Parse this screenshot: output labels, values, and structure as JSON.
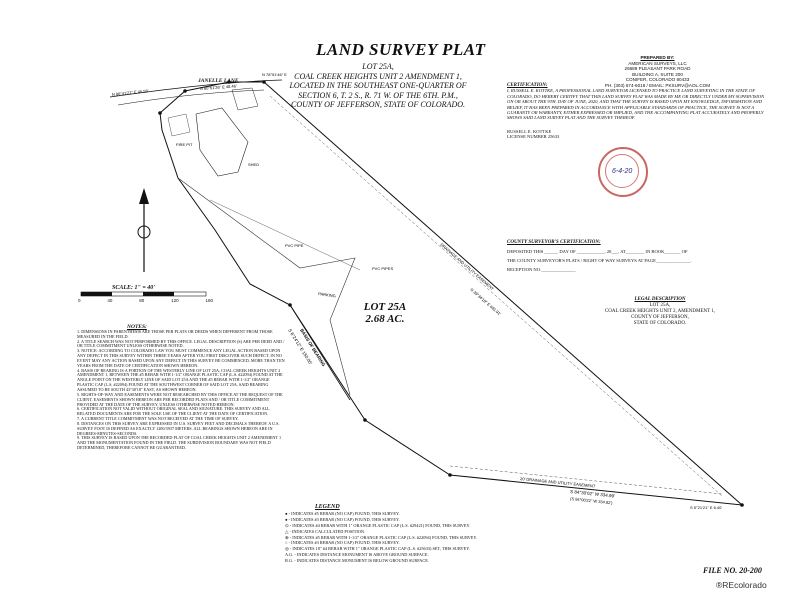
{
  "header": {
    "title": "LAND SURVEY PLAT",
    "subtitle": [
      "LOT 25A,",
      "COAL CREEK HEIGHTS UNIT 2 AMENDMENT 1,",
      "LOCATED IN THE SOUTHEAST ONE-QUARTER OF",
      "SECTION 6, T. 2 S., R. 71 W. OF THE 6TH. P.M.,",
      "COUNTY OF JEFFERSON, STATE OF COLORADO."
    ]
  },
  "prepared_by": [
    "PREPARED BY:",
    "AMERICAN SURVEYS, LLC",
    "26689 PLEASANT PARK ROAD",
    "BUILDING A, SUITE 200",
    "CONIFER, COLORADO 80433",
    "PH. (303) 674-6018 / EMAIL: PKSURV@AOL.COM"
  ],
  "certification": {
    "heading": "CERTIFICATION:",
    "body": "I, RUSSELL E. KOTTKE, A PROFESSIONAL LAND SURVEYOR LICENSED TO PRACTICE LAND SURVEYING IN THE STATE OF COLORADO, DO HEREBY CERTIFY THAT THIS LAND SURVEY PLAT WAS MADE BY ME OR DIRECTLY UNDER MY SUPERVISION ON OR ABOUT THE 9TH. DAY OF JUNE, 2020, AND THAT THE SURVEY IS BASED UPON MY KNOWLEDGE, INFORMATION AND BELIEF, IT HAS BEEN PREPARED IN ACCORDANCE WITH APPLICABLE STANDARDS OF PRACTICE, THE SURVEY IS NOT A GUARANTY OR WARRANTY, EITHER EXPRESSED OR IMPLIED, AND THE ACCOMPANYING PLAT ACCURATELY AND PROPERLY SHOWS SAID LAND SURVEY PLAT AND THE SURVEY THEREOF.",
    "signer": "RUSSELL E. KOTTKE",
    "license": "LICENSE NUMBER 25633",
    "signature_date": "6-4-20"
  },
  "county": {
    "heading": "COUNTY SURVEYOR'S CERTIFICATION:",
    "line1": "DEPOSITED THIS ______ DAY OF ____________, 20___, AT________ IN BOOK_______ OF",
    "line2": "THE COUNTY SURVEYOR'S PLATS / RIGHT OF WAY SURVEYS AT PAGE_______________.",
    "line3": "RECEPTION NO._______________"
  },
  "legal": {
    "heading": "LEGAL DESCRIPTION",
    "lines": [
      "LOT 25A,",
      "COAL CREEK HEIGHTS UNIT 2, AMENDMENT 1,",
      "COUNTY OF JEFFERSON,",
      "STATE OF COLORADO."
    ]
  },
  "lot": {
    "name": "LOT 25A",
    "area": "2.68 AC."
  },
  "map": {
    "street": "JANELLE LANE",
    "scale": "SCALE: 1\" = 40'",
    "scale_ticks": [
      "0",
      "40",
      "80",
      "120",
      "160"
    ],
    "labels": {
      "bearing_top_left": "N 86°41'21\" E 45.58'",
      "bearing_top": "N 80°51'26\" E 48.46'",
      "bearing_right_top": "N 78°51'46\" E",
      "west_line": "S 6°24'12\" E 150.00'",
      "basis": "BASIS OF BEARING",
      "south": "S 84°30'02\" W 334.99'",
      "south_rec": "(S 84°00'22\" W 334.82')",
      "diag": "N 39°34'18\" E 681.91'",
      "easement": "20' DRAINAGE AND UTILITY EASEMENT",
      "easement_diag": "DRAINAGE AND UTILITY EASEMENT",
      "pvc1": "PVC PIPE",
      "pvc2": "PVC PIPES",
      "fire": "FIRE PIT",
      "shed": "SHED",
      "parking": "PARKING",
      "corner": "S 5°21'21\" E 6.40'"
    }
  },
  "notes": {
    "heading": "NOTES:",
    "items": [
      "1. DIMENSIONS IN PARENTHESIS ARE THOSE PER PLATS OR DEEDS WHEN DIFFERENT FROM THOSE MEASURED IN THE FIELD.",
      "2. A TITLE SEARCH WAS NOT PERFORMED BY THIS OFFICE. LEGAL DESCRIPTION (S) ARE PER DEED AND / OR TITLE COMMITMENT UNLESS OTHERWISE NOTED.",
      "3. NOTICE: ACCORDING TO COLORADO LAW YOU MUST COMMENCE ANY LEGAL ACTION BASED UPON ANY DEFECT IN THIS SURVEY WITHIN THREE YEARS AFTER YOU FIRST DISCOVER SUCH DEFECT. IN NO EVENT MAY ANY ACTION BASED UPON ANY DEFECT IN THIS SURVEY BE COMMENCED, MORE THAN TEN YEARS FROM THE DATE OF CERTIFICATION SHOWN HEREON.",
      "4. BASIS OF BEARING IS A PORTION OF THE WESTERLY LINE OF LOT 25A, COAL CREEK HEIGHTS UNIT 2 AMENDMENT 1, BETWEEN THE #5 REBAR WITH 1-1/2\" ORANGE PLASTIC CAP (L.S. #22094) FOUND AT THE ANGLE POINT ON THE WESTERLY LINE OF SAID LOT 25A AND THE #5 REBAR WITH 1-1/2\" ORANGE PLASTIC CAP (L.S. #22094) FOUND AT THE SOUTHWEST CORNER OF SAID LOT 25A, SAID BEARING ASSUMED TO BE SOUTH 43°30'18\" EAST, AS SHOWN HEREON.",
      "5. RIGHTS-OF-WAY AND EASEMENTS WERE NOT RESEARCHED BY THIS OFFICE AT THE REQUEST OF THE CLIENT. EASEMENTS SHOWN HEREON ARE PER RECORDED PLATS AND / OR TITLE COMMITMENT PROVIDED AT THE DATE OF THE SURVEY, UNLESS OTHERWISE NOTED HEREON.",
      "6. CERTIFICATION NOT VALID WITHOUT ORIGINAL SEAL AND SIGNATURE. THIS SURVEY AND ALL RELATED DOCUMENTS ARE FOR THE SOLE USE OF THE CLIENT AT THE DATE OF CERTIFICATION.",
      "7. A CURRENT TITLE COMMITMENT WAS NOT RECEIVED AT THE TIME OF SURVEY.",
      "8. DISTANCES ON THIS SURVEY ARE EXPRESSED IN U.S. SURVEY FEET AND DECIMALS THEREOF. A U.S. SURVEY FOOT IS DEFINED AS EXACTLY 1200/3937 METERS. ALL BEARINGS SHOWN HEREON ARE IN DEGREES-MINUTES-SECONDS.",
      "9. THIS SURVEY IS BASED UPON THE RECORDED PLAT OF COAL CREEK HEIGHTS UNIT 2 AMENDMENT 1 AND THE MONUMENTATION FOUND IN THE FIELD. THE SUBDIVISION BOUNDARY WAS NOT FIELD DETERMINED, THEREFORE CANNOT BE GUARANTEED."
    ]
  },
  "legend": {
    "heading": "LEGEND",
    "items": [
      "- INDICATES #5 REBAR (NO CAP) FOUND, THIS SURVEY.",
      "- INDICATES #3 REBAR (NO CAP) FOUND, THIS SURVEY.",
      "- INDICATES #4 REBAR WITH 1\" ORANGE PLASTIC CAP (L.S. #29421) FOUND, THIS SURVEY.",
      "- INDICATES CALCULATED POSITION.",
      "- INDICATES #5 REBAR WITH 1-1/2\" ORANGE PLASTIC CAP (L.S. #22094) FOUND, THIS SURVEY.",
      "- INDICATES #3 REBAR (NO CAP) FOUND, THIS SURVEY.",
      "- INDICATES 18\" #4 REBAR WITH 1\" ORANGE PLASTIC CAP (L.S. #25633) SET, THIS SURVEY."
    ],
    "footnotes": [
      "A.G. - INDICATES DISTANCE MONUMENT IS ABOVE GROUND SURFACE.",
      "B.G. - INDICATES DISTANCE MONUMENT IS BELOW GROUND SURFACE."
    ]
  },
  "footer": {
    "file_no": "FILE NO. 20-200",
    "brand": "®REcolorado"
  },
  "colors": {
    "seal": "#c8665f",
    "signature": "#2b2b8a"
  }
}
